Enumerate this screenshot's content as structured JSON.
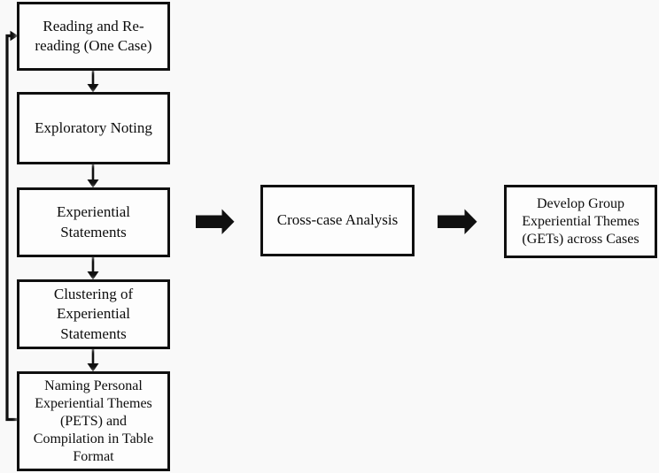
{
  "colors": {
    "background": "#f9f9f9",
    "box_fill": "#fdfdfd",
    "line": "#101010",
    "text": "#0d0d0d"
  },
  "flow": {
    "steps": [
      {
        "label": "Reading and Re-\nreading (One Case)"
      },
      {
        "label": "Exploratory Noting"
      },
      {
        "label": "Experiential\nStatements"
      },
      {
        "label": "Clustering of\nExperiential\nStatements"
      },
      {
        "label": "Naming Personal\nExperiential Themes\n(PETS) and\nCompilation in Table\nFormat"
      }
    ],
    "cross_case": {
      "label": "Cross-case Analysis"
    },
    "group_themes": {
      "label": "Develop Group\nExperiential Themes\n(GETs) across Cases"
    },
    "icons": {
      "down_arrow": "down-arrow-connector",
      "thick_right_arrow": "thick-right-arrow",
      "iteration_loop": "loop-back-arrow"
    }
  }
}
